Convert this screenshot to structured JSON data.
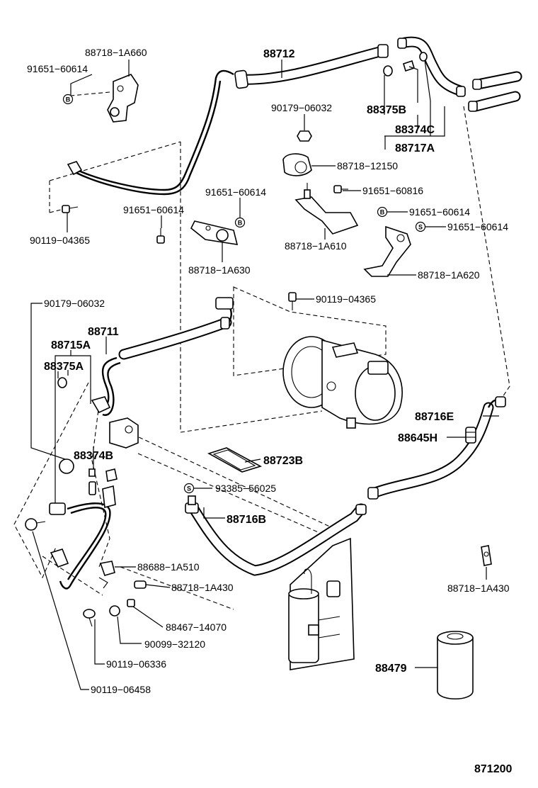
{
  "labels": {
    "p88718_1A660": "88718−1A660",
    "p91651_60614_a": "91651−60614",
    "p88712": "88712",
    "p90179_06032_a": "90179−06032",
    "p88375B": "88375B",
    "p88374C": "88374C",
    "p88717A": "88717A",
    "p88718_12150": "88718−12150",
    "p91651_60614_b": "91651−60614",
    "p91651_60816": "91651−60816",
    "p91651_60614_c": "91651−60614",
    "p91651_60614_d": "91651−60614",
    "p91651_60614_e": "91651−60614",
    "p90119_04365_a": "90119−04365",
    "p88718_1A610": "88718−1A610",
    "p88718_1A630": "88718−1A630",
    "p88718_1A620": "88718−1A620",
    "p90119_04365_b": "90119−04365",
    "p90179_06032_b": "90179−06032",
    "p88711": "88711",
    "p88715A": "88715A",
    "p88375A": "88375A",
    "p88716E": "88716E",
    "p88645H": "88645H",
    "p88374B": "88374B",
    "p88723B": "88723B",
    "p93385_56025": "93385−56025",
    "p88716B": "88716B",
    "p88688_1A510": "88688−1A510",
    "p88718_1A430_a": "88718−1A430",
    "p88718_1A430_b": "88718−1A430",
    "p88467_14070": "88467−14070",
    "p90099_32120": "90099−32120",
    "p90119_06336": "90119−06336",
    "p90119_06458": "90119−06458",
    "p88479": "88479",
    "diagram_number": "871200"
  },
  "badges": {
    "b": "B",
    "s": "S"
  }
}
